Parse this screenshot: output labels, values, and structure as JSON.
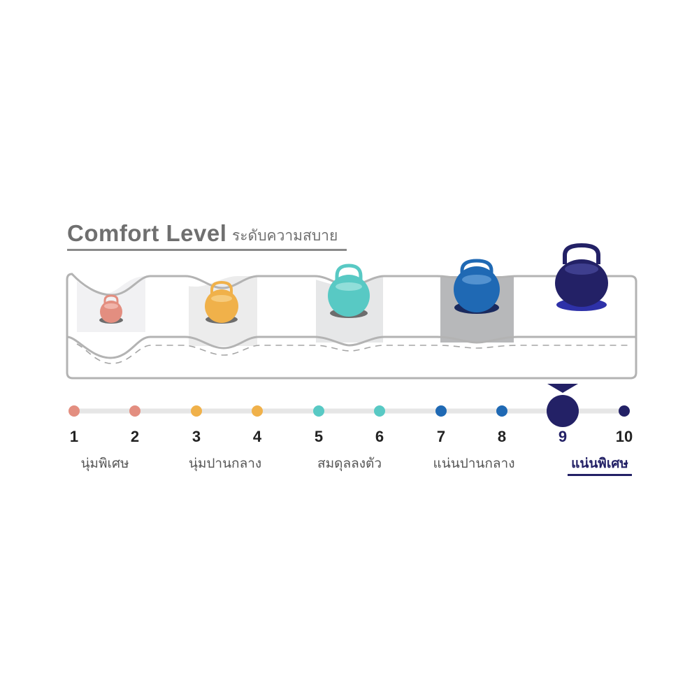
{
  "header": {
    "title": "Comfort Level",
    "subtitle_thai": "ระดับความสบาย"
  },
  "scale": {
    "selected": 9,
    "levels": [
      {
        "label": "1",
        "color": "#e38e80"
      },
      {
        "label": "2",
        "color": "#e38e80"
      },
      {
        "label": "3",
        "color": "#f0b14a"
      },
      {
        "label": "4",
        "color": "#f0b14a"
      },
      {
        "label": "5",
        "color": "#58c9c4"
      },
      {
        "label": "6",
        "color": "#58c9c4"
      },
      {
        "label": "7",
        "color": "#1f69b4"
      },
      {
        "label": "8",
        "color": "#1f69b4"
      },
      {
        "label": "9",
        "color": "#232166"
      },
      {
        "label": "10",
        "color": "#232166"
      }
    ],
    "categories": [
      {
        "label": "นุ่มพิเศษ"
      },
      {
        "label": "นุ่มปานกลาง"
      },
      {
        "label": "สมดุลลงตัว"
      },
      {
        "label": "แน่นปานกลาง"
      },
      {
        "label": "แน่นพิเศษ"
      }
    ]
  },
  "weights": [
    {
      "name": "extra-soft",
      "color": "#e38e80"
    },
    {
      "name": "medium-soft",
      "color": "#f0b14a"
    },
    {
      "name": "balanced",
      "color": "#58c9c4"
    },
    {
      "name": "medium-firm",
      "color": "#1f69b4"
    },
    {
      "name": "extra-firm",
      "color": "#232166"
    }
  ]
}
